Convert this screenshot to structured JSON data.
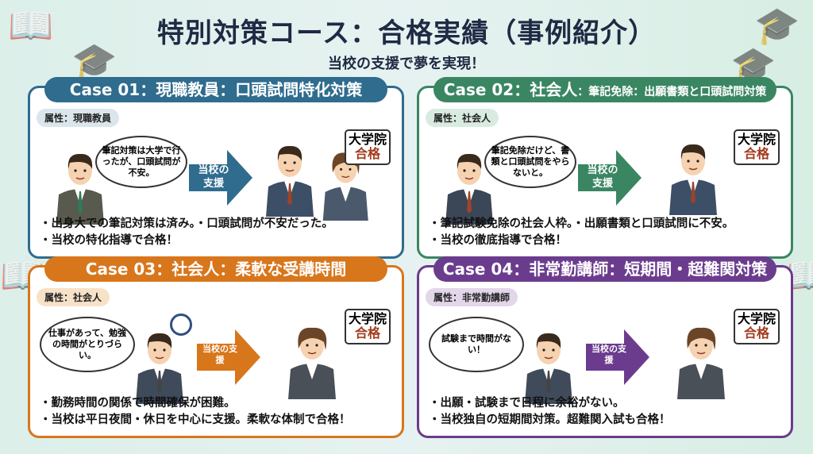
{
  "title": "特別対策コース：合格実績（事例紹介）",
  "subtitle": "当校の支援で夢を実現！",
  "support_label": "当校の支援",
  "result": {
    "line1": "大学院",
    "line2": "合格"
  },
  "cases": [
    {
      "heading": "Case 01：現職教員：口頭試問特化対策",
      "heading_sub": "",
      "attribute": "属性：現職教員",
      "thought": "筆記対策は大学で行ったが、口頭試問が不安。",
      "bullets": [
        "・出身大での筆記対策は済み。・口頭試問が不安だった。",
        "・当校の特化指導で合格！"
      ],
      "color": "#2f6c8e",
      "tint": "#dbe6ec"
    },
    {
      "heading": "Case 02：社会人",
      "heading_sub": "：筆記免除：出願書類と口頭試問対策",
      "attribute": "属性：社会人",
      "thought": "筆記免除だけど、書類と口頭試問をやらないと。",
      "bullets": [
        "・筆記試験免除の社会人枠。・出願書類と口頭試問に不安。",
        "・当校の徹底指導で合格！"
      ],
      "color": "#3a8663",
      "tint": "#d9ebe1"
    },
    {
      "heading": "Case 03：社会人：柔軟な受講時間",
      "heading_sub": "",
      "attribute": "属性：社会人",
      "thought": "仕事があって、勉強の時間がとりづらい。",
      "bullets": [
        "・勤務時間の関係で時間確保が困難。",
        "・当校は平日夜間・休日を中心に支援。柔軟な体制で合格！"
      ],
      "color": "#d8761c",
      "tint": "#f7e2c8"
    },
    {
      "heading": "Case 04：非常勤講師：短期間・超難関対策",
      "heading_sub": "",
      "attribute": "属性：非常勤講師",
      "thought": "試験まで時間がない！",
      "bullets": [
        "・出願・試験まで日程に余裕がない。",
        "・当校独自の短期間対策。超難関入試も合格！"
      ],
      "color": "#6b3c8e",
      "tint": "#e2d7ea"
    }
  ]
}
